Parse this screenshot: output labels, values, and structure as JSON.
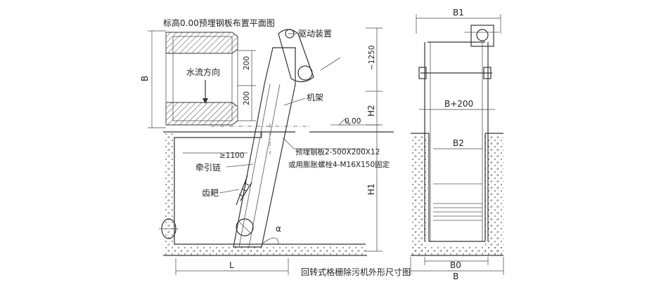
{
  "plan_title": "标高0.00预埋钢板布置平面图",
  "labels": {
    "drive": "驱动装置",
    "flow": "水流方向",
    "frame": "机架",
    "chain": "牵引链",
    "rake": "齿耙",
    "plate": "预埋钢板2-500X200X12",
    "bolt": "或用膨胀螺栓4-M16X150固定",
    "caption": "回转式格栅除污机外形尺寸图"
  },
  "dims": {
    "B": "B",
    "d200a": "200",
    "d200b": "200",
    "d1250": "~1250",
    "H2": "H2",
    "H1": "H1",
    "elev": "0.00",
    "L": "L",
    "min1100": "≥1100",
    "alpha": "α",
    "B1": "B1",
    "B200": "B+200",
    "B2": "B2",
    "B0": "B0",
    "Bb": "B"
  }
}
